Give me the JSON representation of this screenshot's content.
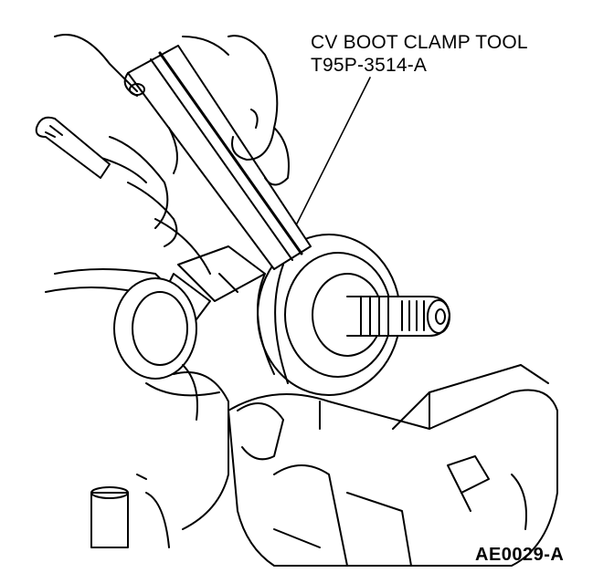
{
  "callout": {
    "line1": "CV BOOT CLAMP TOOL",
    "line2": "T95P-3514-A"
  },
  "figure": {
    "id": "AE0029-A"
  },
  "icons": {
    "illustration": "cv-boot-clamp-tool-illustration",
    "leader": "callout-leader-line"
  },
  "colors": {
    "ink": "#000000",
    "paper": "#ffffff"
  }
}
